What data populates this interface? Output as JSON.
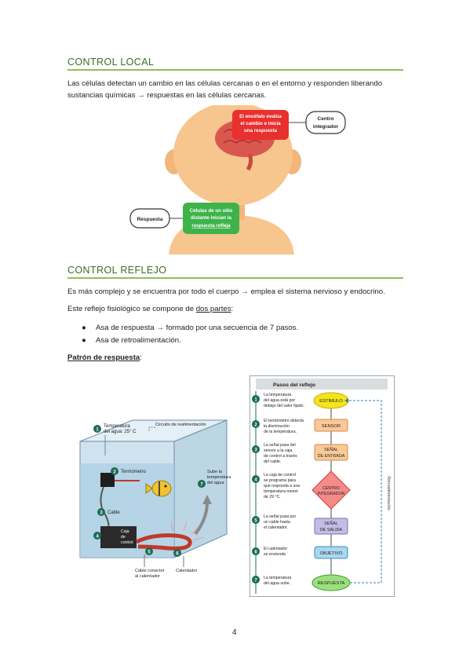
{
  "section1": {
    "heading": "CONTROL LOCAL",
    "paragraph_line1": "Las células detectan un cambio en las células cercanas o en el entorno y responden liberando",
    "paragraph_line2": "sustancias químicas → respuestas en las células cercanas."
  },
  "figure_head": {
    "red_box_line1": "El encéfalo evalúa",
    "red_box_line2": "el cambio e inicia",
    "red_box_line3": "una respuesta",
    "centro_line1": "Centro",
    "centro_line2": "integrador",
    "green_box_line1": "Células de un sitio",
    "green_box_line2": "distante inician la",
    "green_box_line3": "respuesta refleja",
    "respuesta_label": "Respuesta"
  },
  "section2": {
    "heading": "CONTROL REFLEJO",
    "paragraph": "Es más complejo y se encuentra por todo el cuerpo → emplea el sistema nervioso y endocrino.",
    "parts_prefix": "Este reflejo fisiológico se compone de ",
    "parts_underlined": "dos partes",
    "parts_suffix": ":",
    "bullets": [
      "Asa de respuesta → formado por una secuencia de 7 pasos.",
      "Asa de retroalimentación."
    ],
    "pattern_label": "Patrón de respuesta",
    "pattern_colon": ":"
  },
  "aquarium": {
    "step1_line1": "Temperatura",
    "step1_line2": "del agua: 25° C",
    "circuit_label": "Circuito de realimentación",
    "termometro": "Termómetro",
    "cable": "Cable",
    "caja_line1": "Caja",
    "caja_line2": "de",
    "caja_line3": "control",
    "sube_line1": "Sube la",
    "sube_line2": "temperatura",
    "sube_line3": "del agua",
    "cable_conector_line1": "Cable conector",
    "cable_conector_line2": "al calentador",
    "calentador": "Calentador",
    "n1": "1",
    "n2": "2",
    "n3": "3",
    "n4": "4",
    "n5": "5",
    "n6": "6",
    "n7": "7"
  },
  "flow": {
    "title": "Pasos del reflejo",
    "retro_label": "Retroalimentación",
    "steps": [
      {
        "num": "1",
        "l1": "La temperatura",
        "l2": "del agua está por",
        "l3": "debajo del valor fijado.",
        "l4": ""
      },
      {
        "num": "2",
        "l1": "El termómetro detecta",
        "l2": "la disminución",
        "l3": "de la temperatura.",
        "l4": ""
      },
      {
        "num": "3",
        "l1": "La señal pasa del",
        "l2": "sensor a la caja",
        "l3": "de control a través",
        "l4": "del cable."
      },
      {
        "num": "4",
        "l1": "La caja de control",
        "l2": "se programa para",
        "l3": "que responda a una",
        "l4": "temperatura menor"
      },
      {
        "num": "5",
        "l1": "La señal pasa por",
        "l2": "un cable hasta",
        "l3": "el calentador.",
        "l4": ""
      },
      {
        "num": "6",
        "l1": "El calentador",
        "l2": "se enciende.",
        "l3": "",
        "l4": ""
      },
      {
        "num": "7",
        "l1": "La temperatura",
        "l2": "del agua sube.",
        "l3": "",
        "l4": ""
      }
    ],
    "step4_l5": "de 29 °C.",
    "box_estimulo": "ESTÍMULO",
    "box_sensor": "SENSOR",
    "box_senal_entrada_l1": "SEÑAL",
    "box_senal_entrada_l2": "DE ENTRADA",
    "box_centro_l1": "CENTRO",
    "box_centro_l2": "INTEGRADOR",
    "box_senal_salida_l1": "SEÑAL",
    "box_senal_salida_l2": "DE SALIDA",
    "box_objetivo": "OBJETIVO",
    "box_respuesta": "RESPUESTA"
  },
  "page_number": "4"
}
